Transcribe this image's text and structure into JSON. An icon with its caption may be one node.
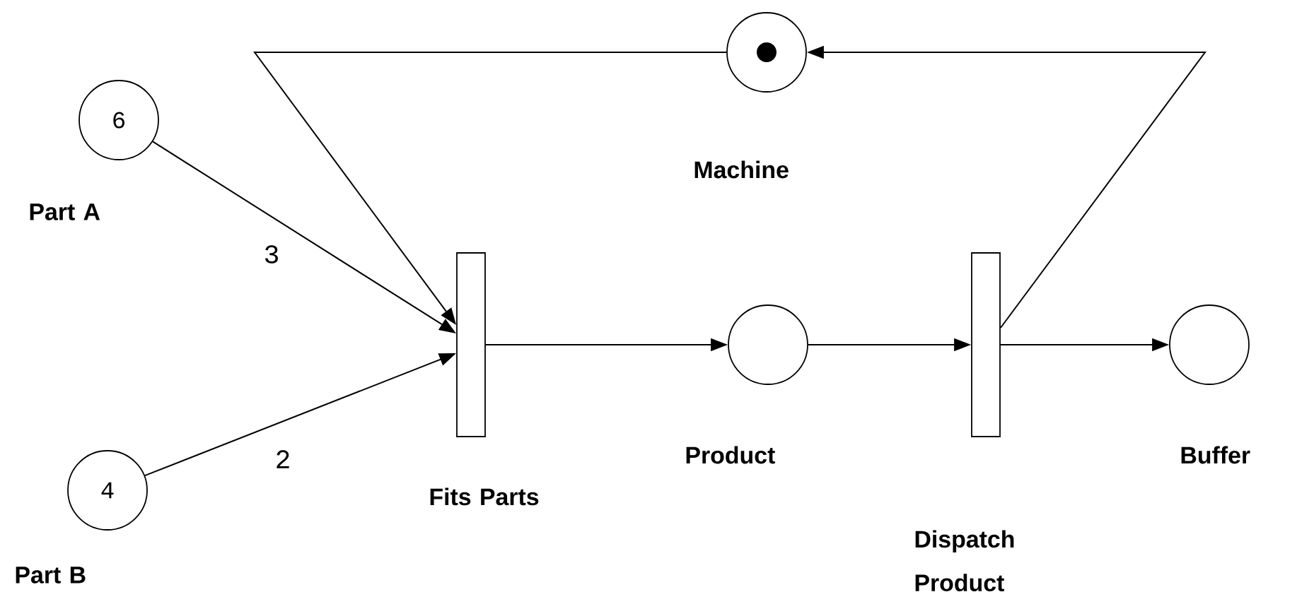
{
  "diagram": {
    "nodes": [
      {
        "text": [
          "6"
        ],
        "beside": [
          "Part A"
        ]
      },
      {
        "text": [
          "4"
        ],
        "beside": [
          "Part B"
        ]
      },
      {
        "text": [],
        "shape": "circle",
        "beside": [
          "Machine"
        ]
      },
      {
        "text": [],
        "shape": "bar",
        "beside": [
          "Fits Parts"
        ]
      },
      {
        "text": [],
        "shape": "circle",
        "beside": [
          "Product"
        ]
      },
      {
        "text": [],
        "shape": "bar",
        "beside": [
          "Dispatch Product"
        ]
      },
      {
        "text": [],
        "shape": "circle",
        "beside": [
          "Buffer"
        ]
      }
    ],
    "edges": [
      {
        "from": 0,
        "to": 3,
        "arrow": "to",
        "label": "3"
      },
      {
        "from": 1,
        "to": 3,
        "arrow": "to",
        "label": "2"
      },
      {
        "from": 2,
        "to": 3,
        "arrow": "to"
      },
      {
        "from": 3,
        "to": 4,
        "arrow": "to"
      },
      {
        "from": 4,
        "to": 5,
        "arrow": "to"
      },
      {
        "from": 5,
        "to": 6,
        "arrow": "to"
      },
      {
        "from": 5,
        "to": 2,
        "arrow": "to"
      }
    ]
  }
}
